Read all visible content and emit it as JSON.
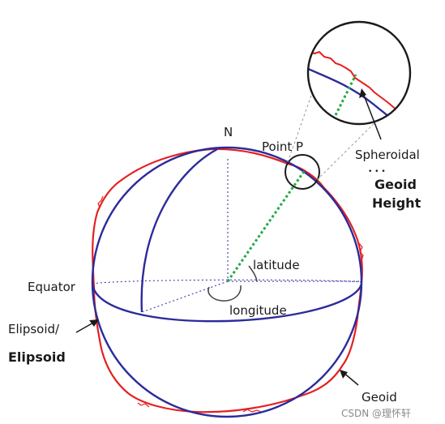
{
  "labels": {
    "north": "N",
    "point": "Point P",
    "spheroidal": "Spheroidal",
    "dots": "• • •",
    "geoid_height_1": "Geoid",
    "geoid_height_2": "Height",
    "latitude": "latitude",
    "longitude": "longitude",
    "equator": "Equator",
    "ellipsoid_1": "Elipsoid/",
    "ellipsoid_2": "Elipsoid",
    "geoid": "Geoid"
  },
  "watermark": "CSDN @理怀轩",
  "colors": {
    "ellipsoid": "#2b2b9b",
    "geoid": "#e62020",
    "normal": "#22aa44",
    "guide": "#4a4ab8",
    "callout": "#1a1a1a"
  }
}
